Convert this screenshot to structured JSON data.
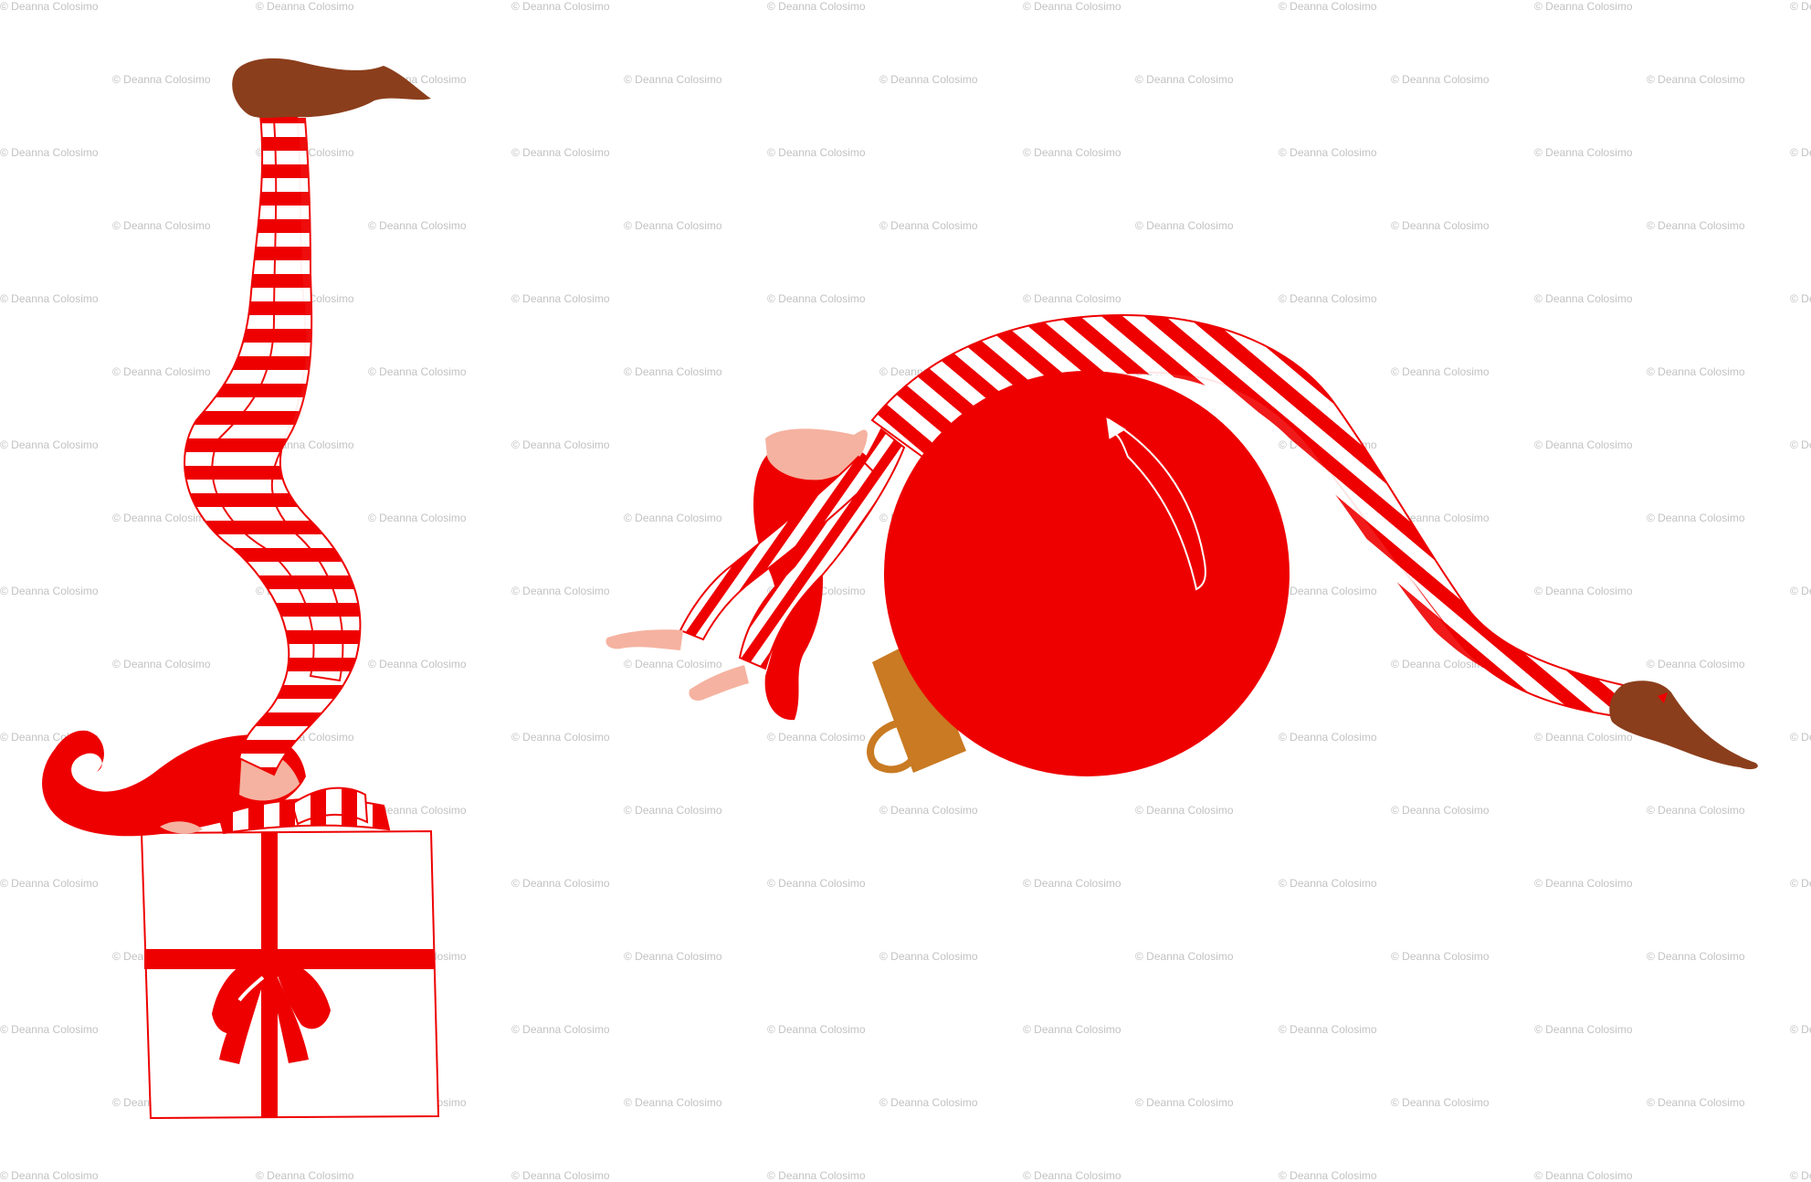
{
  "watermark": {
    "text": "© Deanna Colosimo",
    "color": "#c2c2c2"
  },
  "colors": {
    "stripe_red": "#ee0000",
    "stripe_white": "#ffffff",
    "skin": "#f5b2a0",
    "shoe": "#8b3e1c",
    "ornament_cap": "#c97a22",
    "background": "#ffffff"
  },
  "scene": {
    "left_figure": "elf doing a handstand on a gift box",
    "right_figure": "elf bending over a red christmas ornament ball"
  }
}
